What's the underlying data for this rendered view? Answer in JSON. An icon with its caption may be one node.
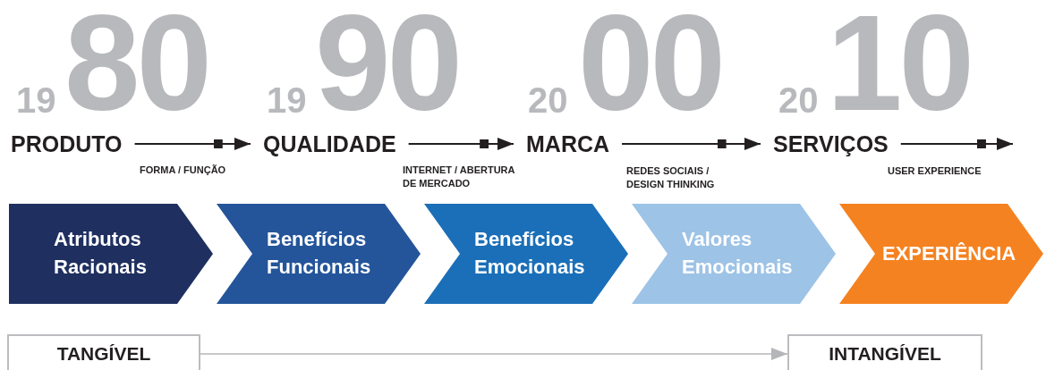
{
  "diagram": {
    "nodes": [
      {
        "text": [
          "PRODUTO"
        ],
        "beside": [
          "19",
          "80"
        ]
      },
      {
        "text": [
          "QUALIDADE"
        ],
        "beside": [
          "19",
          "90"
        ]
      },
      {
        "text": [
          "MARCA"
        ],
        "beside": [
          "20",
          "00"
        ]
      },
      {
        "text": [
          "SERVIÇOS"
        ],
        "beside": [
          "20",
          "10"
        ]
      },
      {
        "text": [
          "Atributos Racionais"
        ]
      },
      {
        "text": [
          "Benefícios Funcionais"
        ]
      },
      {
        "text": [
          "Benefícios Emocionais"
        ]
      },
      {
        "text": [
          "Valores Emocionais"
        ]
      },
      {
        "text": [
          "EXPERIÊNCIA"
        ]
      },
      {
        "text": [
          "TANGÍVEL"
        ]
      },
      {
        "text": [
          "INTANGÍVEL"
        ]
      }
    ],
    "edges": [
      {
        "from": 0,
        "to": 1,
        "arrow": "to",
        "label": "FORMA / FUNÇÃO"
      },
      {
        "from": 1,
        "to": 2,
        "arrow": "to",
        "label": "INTERNET / ABERTURA DE MERCADO"
      },
      {
        "from": 2,
        "to": 3,
        "arrow": "to",
        "label": "REDES SOCIAIS / DESIGN THINKING"
      },
      {
        "from": 3,
        "to": null,
        "arrow": "to",
        "label": "USER EXPERIENCE"
      },
      {
        "from": 9,
        "to": 10,
        "arrow": "to",
        "color": "#b5b6b9"
      }
    ]
  }
}
